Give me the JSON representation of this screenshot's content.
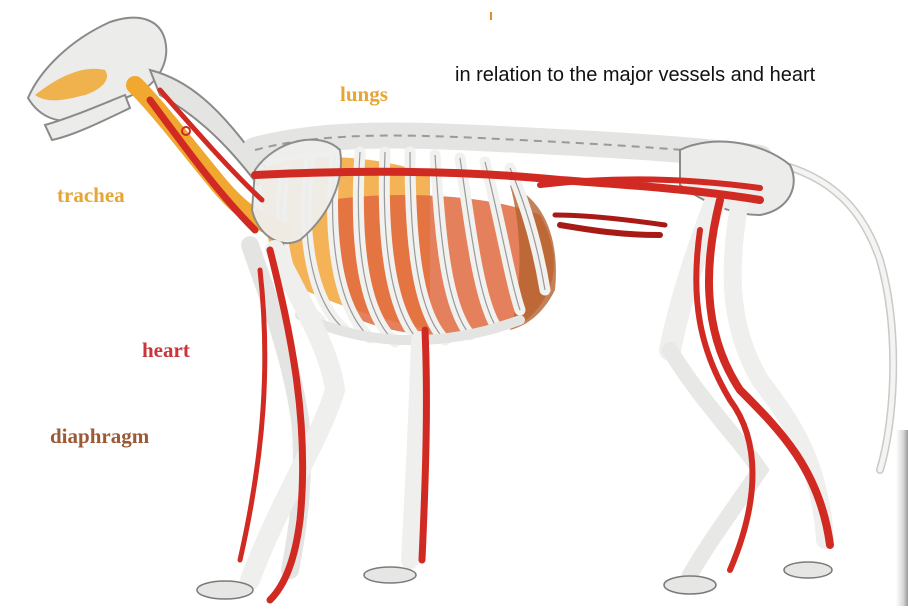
{
  "caption": "in relation to the major vessels and heart",
  "labels": {
    "lungs": "lungs",
    "trachea": "trachea",
    "heart": "heart",
    "diaphragm": "diaphragm"
  },
  "colors": {
    "bone": "#e9e9e7",
    "bone_outline": "#8a8a8a",
    "vessel": "#d12a22",
    "vessel_dark": "#a81a16",
    "trachea": "#f0a830",
    "lungs": "#f2a63a",
    "heart": "#e06a40",
    "diaphragm": "#b4622e",
    "label_lungs": "#e6a534",
    "label_trachea": "#e6a534",
    "label_heart": "#c8353b",
    "label_diaphragm": "#9a5a36"
  }
}
